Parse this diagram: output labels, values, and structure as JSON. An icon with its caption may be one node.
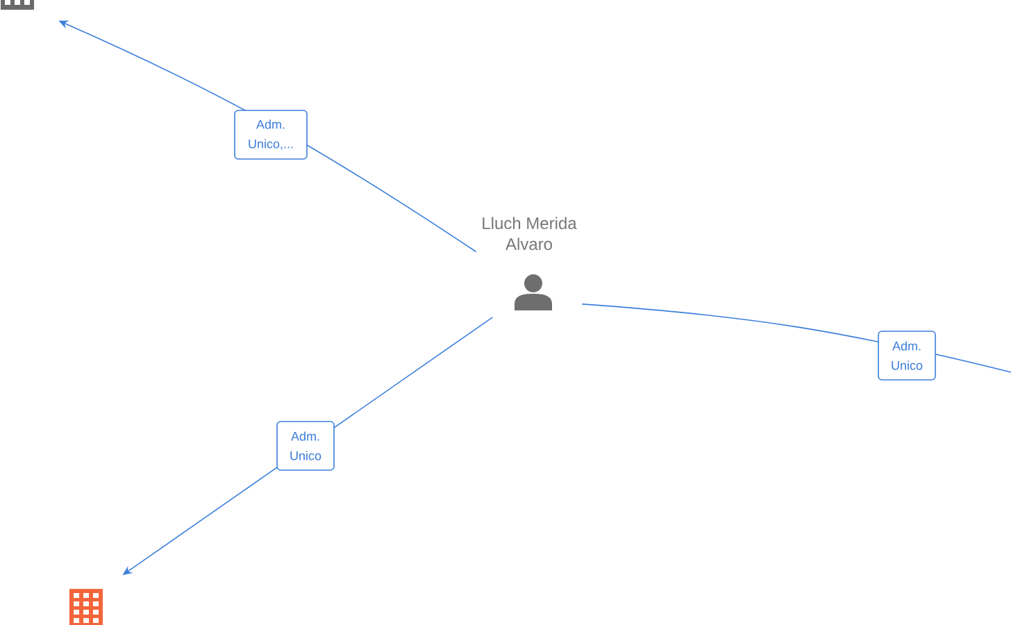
{
  "diagram": {
    "nodes": [
      {
        "text": [
          "Lluch Merida Alvaro"
        ]
      },
      {
        "text": [],
        "shape": "picture"
      },
      {
        "text": [],
        "shape": "picture"
      }
    ],
    "edges": [
      {
        "from": 0,
        "to": 1,
        "arrow": "to",
        "label": "Adm. Unico,..."
      },
      {
        "from": 0,
        "to": 2,
        "arrow": "to",
        "label": "Adm. Unico"
      },
      {
        "from": 0,
        "to": null,
        "arrow": "none",
        "label": "Adm. Unico"
      }
    ]
  }
}
